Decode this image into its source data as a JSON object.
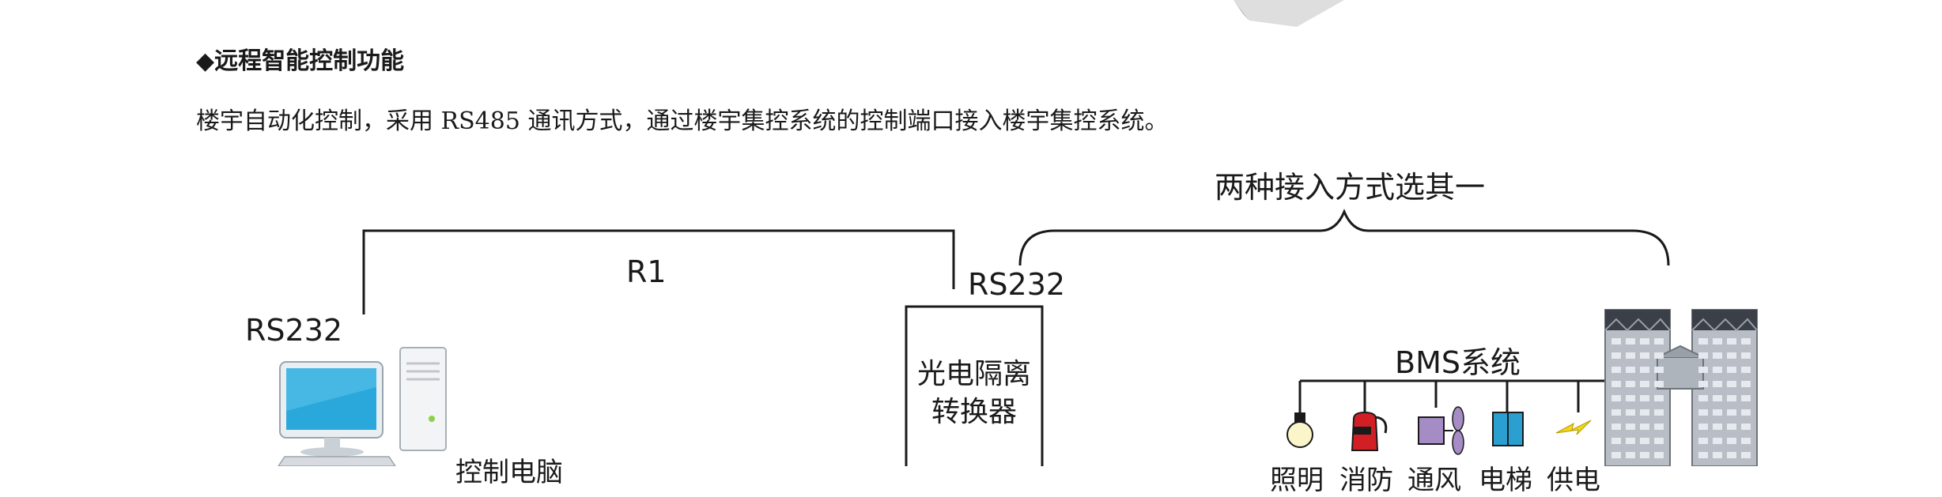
{
  "section": {
    "heading": "◆远程智能控制功能",
    "description": "楼宇自动化控制，采用 RS485 通讯方式，通过楼宇集控系统的控制端口接入楼宇集控系统。"
  },
  "diagram": {
    "choice_label": "两种接入方式选其一",
    "link_label": "R1",
    "pc_port_label": "RS232",
    "converter_port_label": "RS232",
    "converter_label_line1": "光电隔离",
    "converter_label_line2": "转换器",
    "pc_label": "控制电脑",
    "bms_label": "BMS系统",
    "device_labels": [
      "照明",
      "消防",
      "通风",
      "电梯",
      "供电"
    ]
  },
  "colors": {
    "line": "#1a1a1a",
    "monitor_screen": "#2aa8dc",
    "fire_extinguisher": "#d21f26",
    "fan": "#a58cc4",
    "elevator": "#2a9fd0",
    "power_bolt": "#f2d51e",
    "building": "#b9bec6",
    "building_roof": "#3b3f47"
  }
}
